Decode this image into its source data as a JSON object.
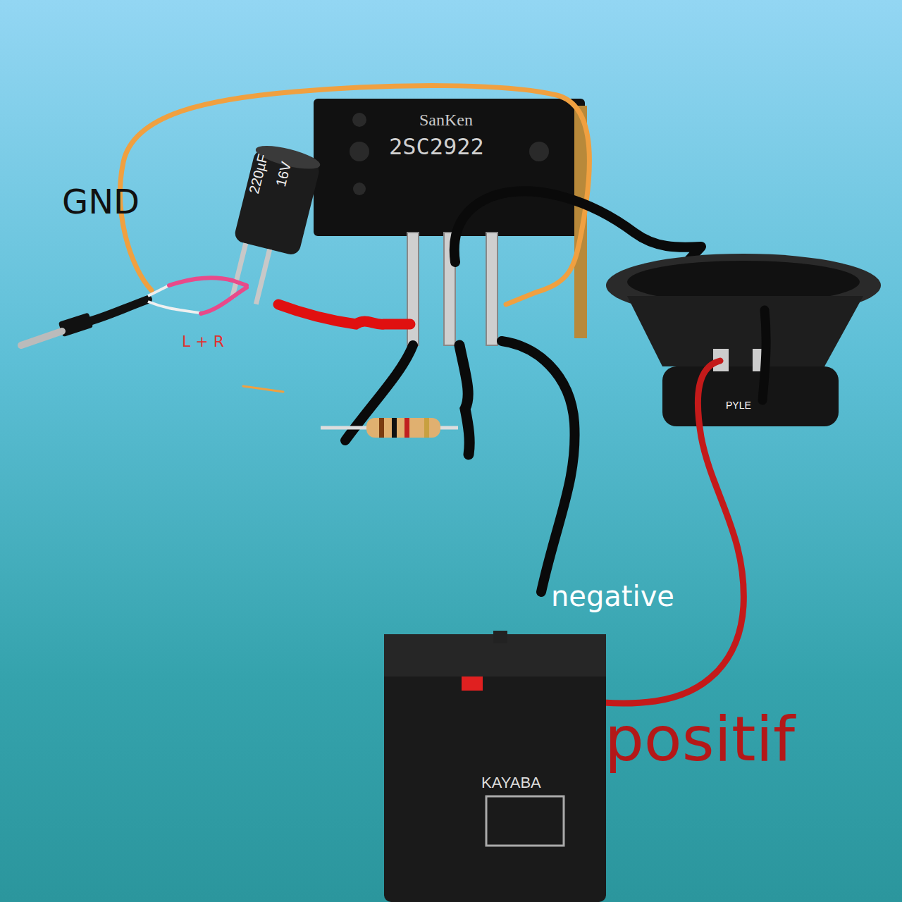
{
  "diagram": {
    "labels": [
      "GND",
      "SanKen",
      "2SC2922",
      "16V",
      "220µF",
      "L + R",
      "PYLE",
      "negative",
      "KAYABA",
      "positif"
    ]
  }
}
